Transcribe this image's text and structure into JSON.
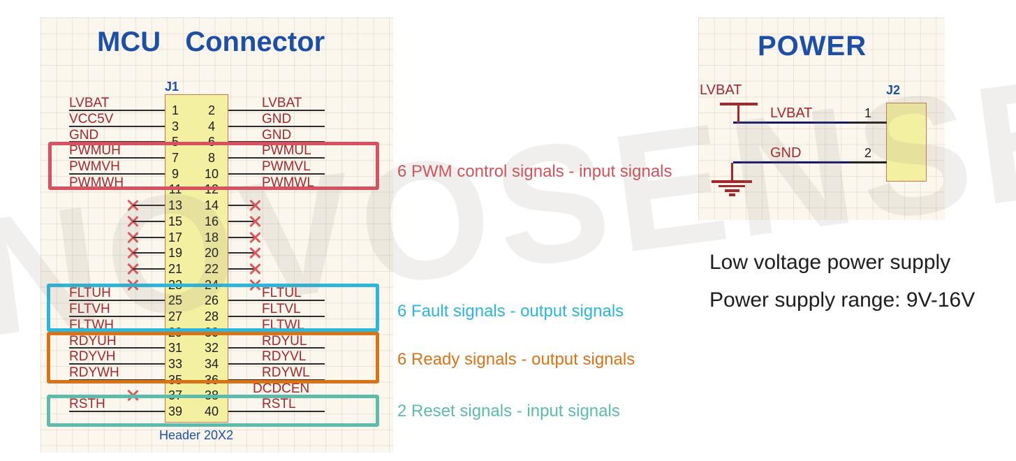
{
  "watermark": "NOVOSENSE",
  "colors": {
    "title_blue": "#1D4FA6",
    "net_label_maroon": "#A2282E",
    "wire_black": "#2B2B2B",
    "wire_navy": "#16166B",
    "connector_fill": "#F4F0A2",
    "connector_border": "#C8784F",
    "no_connect_red": "#E0565A",
    "pwm_red": "#D5515C",
    "fault_cyan": "#2BB6DB",
    "ready_orange": "#DA7216",
    "reset_teal": "#5CBBAA"
  },
  "mcu": {
    "title": "MCU Connector",
    "designator": "J1",
    "footprint": "Header 20X2",
    "rows": [
      {
        "n1": "1",
        "n2": "2",
        "left": "LVBAT",
        "right": "LVBAT"
      },
      {
        "n1": "3",
        "n2": "4",
        "left": "VCC5V",
        "right": "GND"
      },
      {
        "n1": "5",
        "n2": "6",
        "left": "GND",
        "right": "GND"
      },
      {
        "n1": "7",
        "n2": "8",
        "left": "PWMUH",
        "right": "PWMUL"
      },
      {
        "n1": "9",
        "n2": "10",
        "left": "PWMVH",
        "right": "PWMVL"
      },
      {
        "n1": "11",
        "n2": "12",
        "left": "PWMWH",
        "right": "PWMWL"
      },
      {
        "n1": "13",
        "n2": "14"
      },
      {
        "n1": "15",
        "n2": "16"
      },
      {
        "n1": "17",
        "n2": "18"
      },
      {
        "n1": "19",
        "n2": "20"
      },
      {
        "n1": "21",
        "n2": "22"
      },
      {
        "n1": "23",
        "n2": "24"
      },
      {
        "n1": "25",
        "n2": "26",
        "left": "FLTUH",
        "right": "FLTUL"
      },
      {
        "n1": "27",
        "n2": "28",
        "left": "FLTVH",
        "right": "FLTVL"
      },
      {
        "n1": "29",
        "n2": "30",
        "left": "FLTWH",
        "right": "FLTWL"
      },
      {
        "n1": "31",
        "n2": "32",
        "left": "RDYUH",
        "right": "RDYUL"
      },
      {
        "n1": "33",
        "n2": "34",
        "left": "RDYVH",
        "right": "RDYVL"
      },
      {
        "n1": "35",
        "n2": "36",
        "left": "RDYWH",
        "right": "RDYWL"
      },
      {
        "n1": "37",
        "n2": "38",
        "right": "DCDCEN"
      },
      {
        "n1": "39",
        "n2": "40",
        "left": "RSTH",
        "right": "RSTL"
      }
    ],
    "annotations": [
      {
        "label": "6 PWM control signals - input signals",
        "color": "#D5515C"
      },
      {
        "label": "6 Fault signals - output signals",
        "color": "#2BB6DB"
      },
      {
        "label": "6 Ready signals - output signals",
        "color": "#DA7216"
      },
      {
        "label": "2 Reset signals - input signals",
        "color": "#5CBBAA"
      }
    ]
  },
  "power": {
    "title": "POWER",
    "designator": "J2",
    "port_label": "LVBAT",
    "rows": [
      {
        "net": "LVBAT",
        "pin": "1"
      },
      {
        "net": "GND",
        "pin": "2"
      }
    ],
    "notes": [
      "Low voltage power supply",
      "Power supply range: 9V-16V"
    ]
  }
}
